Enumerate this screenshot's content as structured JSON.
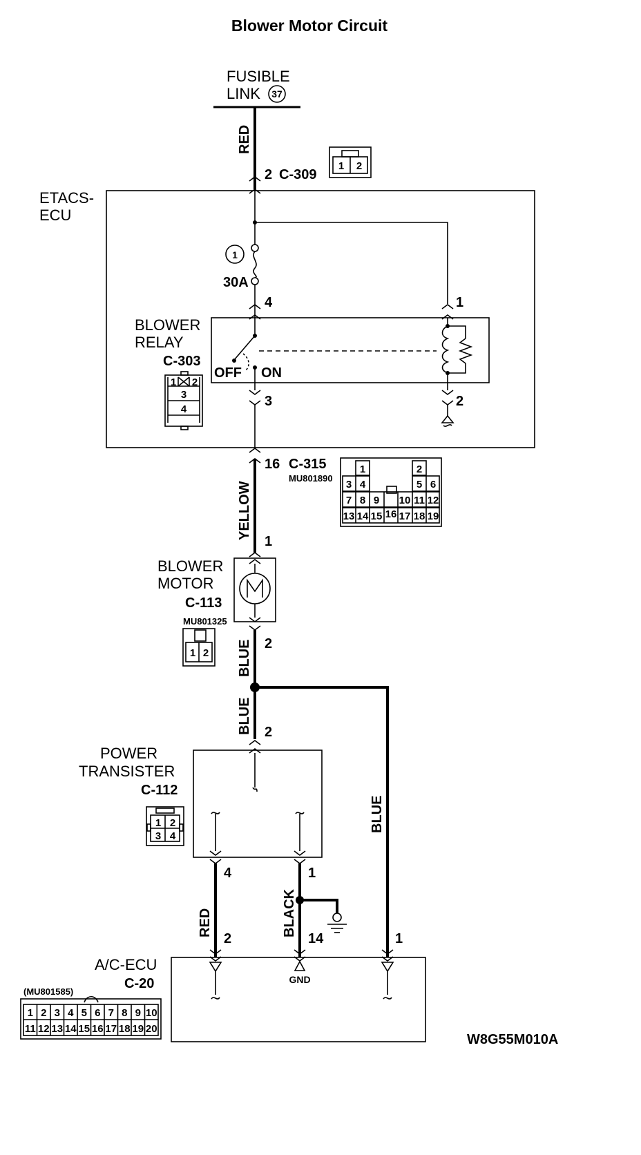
{
  "title": "Blower Motor Circuit",
  "fusible_link": {
    "line1": "FUSIBLE",
    "line2": "LINK",
    "number": "37"
  },
  "wires": {
    "red_top": "RED",
    "yellow": "YELLOW",
    "blue_motor": "BLUE",
    "blue_transistor": "BLUE",
    "blue_ecu": "BLUE",
    "red_bottom": "RED",
    "black": "BLACK"
  },
  "connectors": {
    "c309": {
      "pin": "2",
      "name": "C-309",
      "cells": [
        "1",
        "2"
      ]
    },
    "c303": {
      "name": "C-303",
      "cells": [
        "1",
        "2",
        "3",
        "4"
      ]
    },
    "c315": {
      "pin": "16",
      "name": "C-315",
      "part": "MU801890",
      "cells": [
        "1",
        "2",
        "3",
        "4",
        "5",
        "6",
        "7",
        "8",
        "9",
        "10",
        "11",
        "12",
        "13",
        "14",
        "15",
        "16",
        "17",
        "18",
        "19"
      ]
    },
    "c113": {
      "name": "C-113",
      "part": "MU801325",
      "cells": [
        "1",
        "2"
      ]
    },
    "c112": {
      "name": "C-112",
      "cells": [
        "1",
        "2",
        "3",
        "4"
      ]
    },
    "c20": {
      "name": "C-20",
      "part": "(MU801585)",
      "cells": [
        "1",
        "2",
        "3",
        "4",
        "5",
        "6",
        "7",
        "8",
        "9",
        "10",
        "11",
        "12",
        "13",
        "14",
        "15",
        "16",
        "17",
        "18",
        "19",
        "20"
      ]
    }
  },
  "etacs": {
    "line1": "ETACS-",
    "line2": "ECU",
    "fuse_number": "1",
    "fuse_rating": "30A"
  },
  "relay": {
    "line1": "BLOWER",
    "line2": "RELAY",
    "off": "OFF",
    "on": "ON",
    "pin4": "4",
    "pin1": "1",
    "pin3": "3",
    "pin2": "2"
  },
  "motor": {
    "line1": "BLOWER",
    "line2": "MOTOR",
    "pin1": "1",
    "pin2": "2"
  },
  "transistor": {
    "line1": "POWER",
    "line2": "TRANSISTER",
    "pin2": "2",
    "pin4": "4",
    "pin1": "1"
  },
  "ac_ecu": {
    "name": "A/C-ECU",
    "gnd": "GND",
    "pin2": "2",
    "pin14": "14",
    "pin1": "1"
  },
  "figure_code": "W8G55M010A",
  "icons": [
    "fuse-icon",
    "relay-coil-icon",
    "resistor-icon",
    "motor-icon",
    "ground-icon",
    "splice-icon"
  ]
}
